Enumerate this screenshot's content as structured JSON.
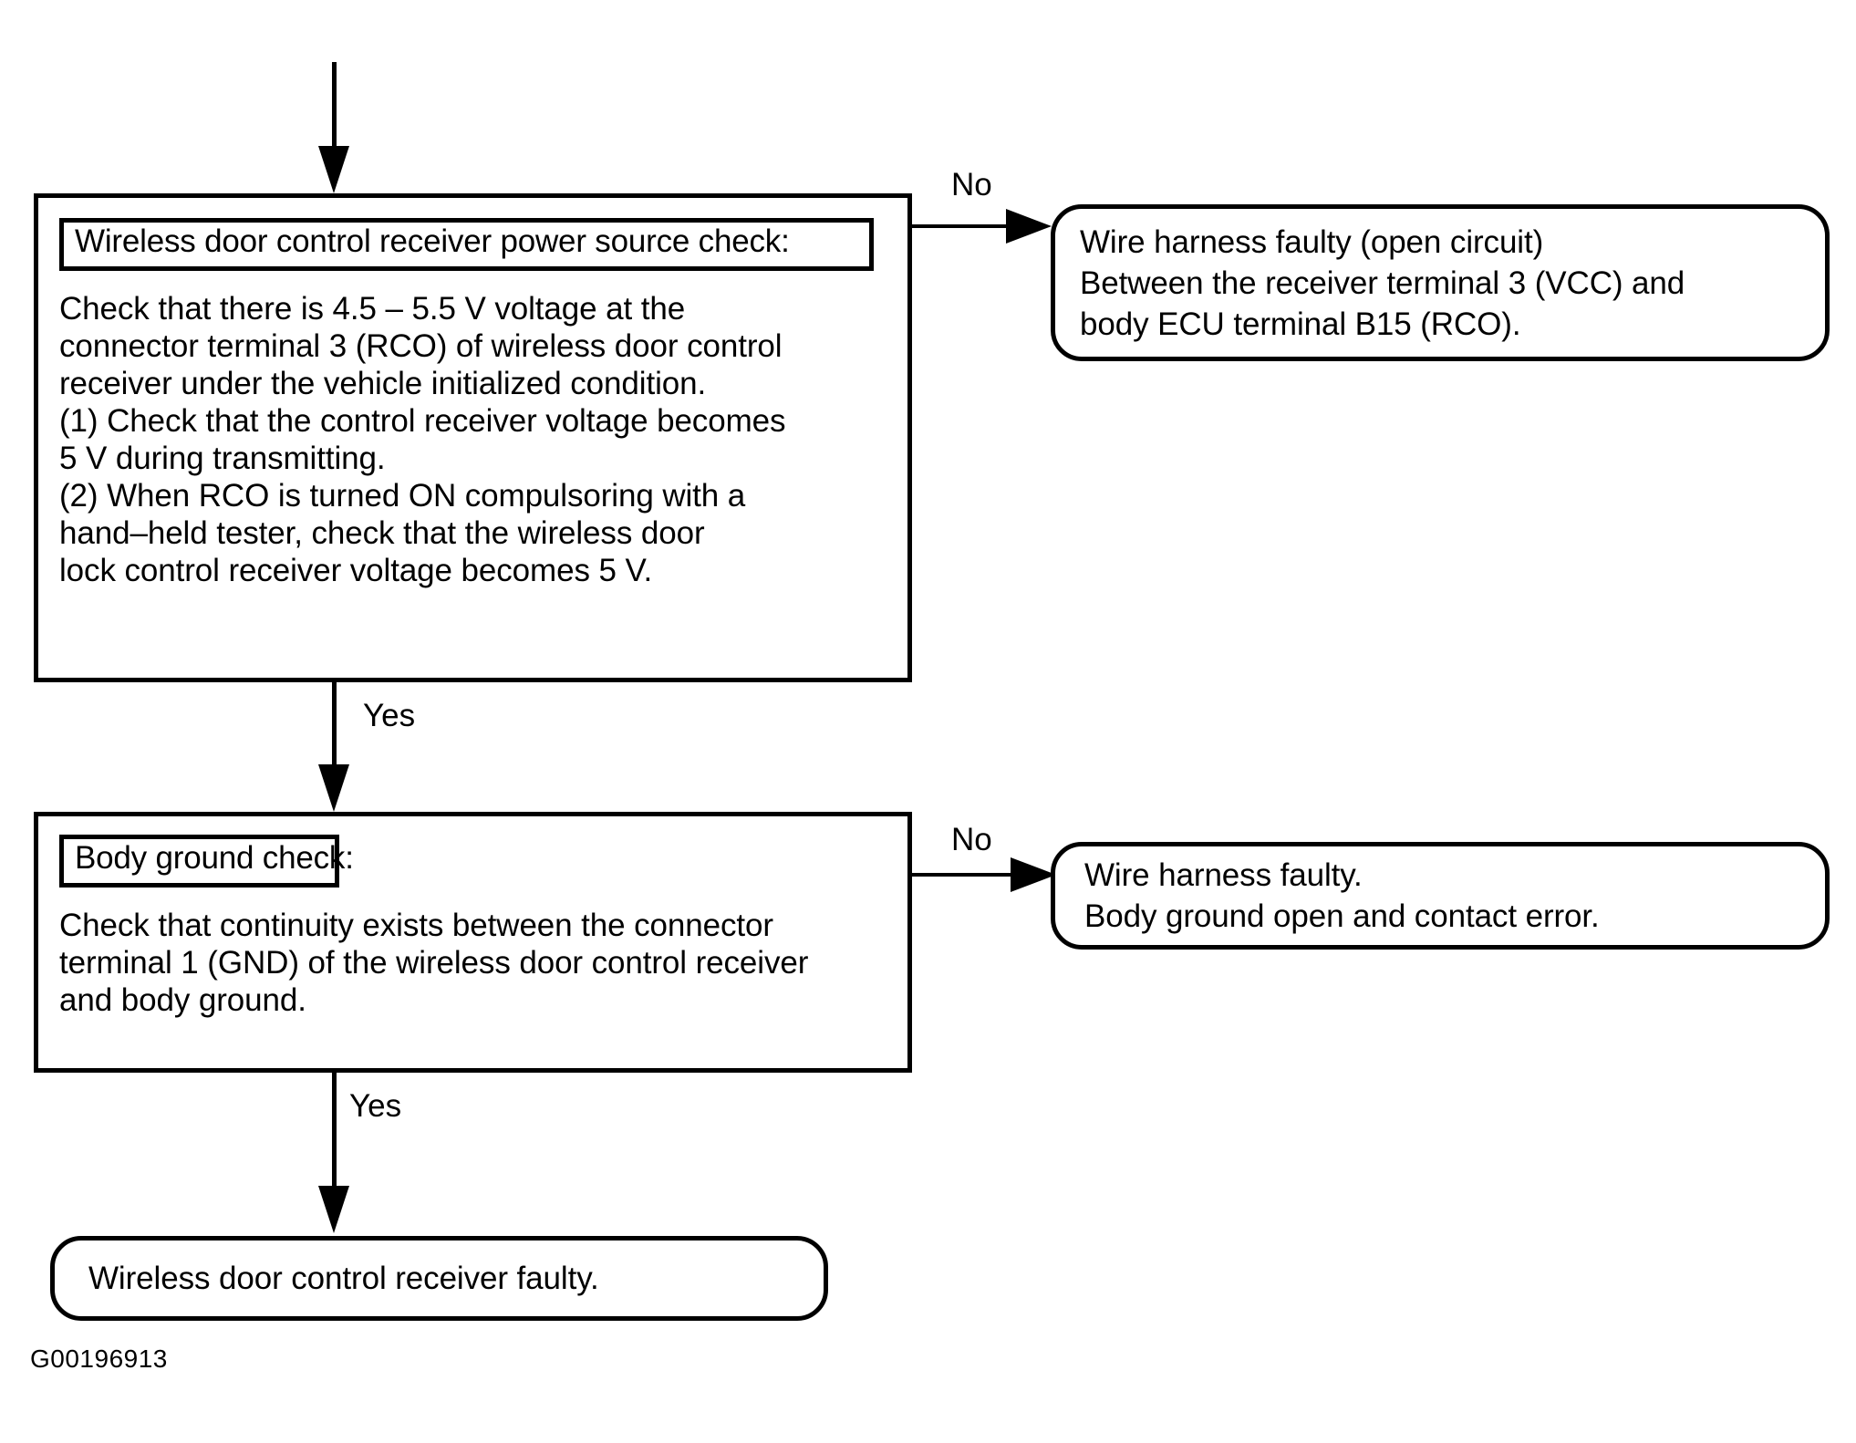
{
  "diagram": {
    "reference_id": "G00196913",
    "entry_arrow": "arrow-down-into-first-check",
    "branch_labels": {
      "no": "No",
      "yes": "Yes"
    },
    "steps": [
      {
        "id": "power-source-check",
        "title": "Wireless door control receiver power source check:",
        "body_lines": [
          "Check that there is 4.5 – 5.5 V voltage at the",
          "connector terminal 3 (RCO) of wireless door control",
          "receiver under the vehicle initialized condition.",
          "(1) Check that the control receiver voltage becomes",
          "5 V during transmitting.",
          "(2) When RCO is turned ON compulsoring with a",
          "hand–held tester, check that the wireless door",
          "lock control receiver voltage becomes 5 V."
        ],
        "no_label": "No",
        "yes_label": "Yes",
        "no_outcome": {
          "id": "wire-harness-open-circuit",
          "lines": [
            "Wire harness faulty (open circuit)",
            "Between the receiver terminal 3 (VCC) and",
            "body ECU terminal B15 (RCO)."
          ]
        }
      },
      {
        "id": "body-ground-check",
        "title": "Body ground check:",
        "body_lines": [
          "Check that continuity exists between the connector",
          "terminal 1 (GND) of the wireless door control receiver",
          "and body ground."
        ],
        "no_label": "No",
        "yes_label": "Yes",
        "no_outcome": {
          "id": "wire-harness-body-ground",
          "lines": [
            "Wire harness faulty.",
            "Body ground open and contact error."
          ]
        }
      }
    ],
    "final_outcome": {
      "id": "receiver-faulty",
      "lines": [
        "Wireless door control receiver faulty."
      ]
    }
  },
  "colors": {
    "stroke": "#000000",
    "background": "#ffffff"
  }
}
